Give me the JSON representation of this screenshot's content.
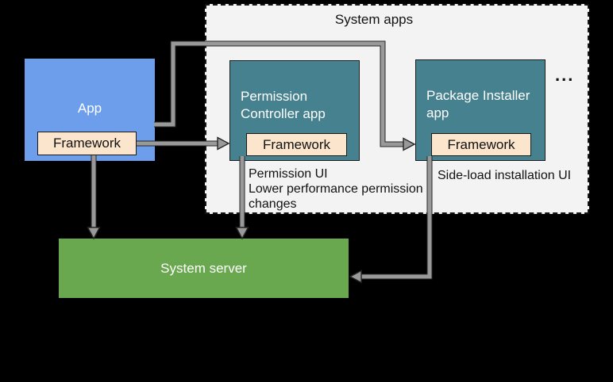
{
  "group": {
    "label": "System apps",
    "ellipsis": "..."
  },
  "app": {
    "label": "App",
    "framework_label": "Framework"
  },
  "permission_controller": {
    "label": "Permission Controller app",
    "framework_label": "Framework",
    "note": "Permission UI\nLower performance permission\nchanges"
  },
  "package_installer": {
    "label": "Package Installer app",
    "framework_label": "Framework",
    "note": "Side-load installation UI"
  },
  "system_server": {
    "label": "System server"
  },
  "colors": {
    "page_background": "#000000",
    "group_background": "#f3f3f3",
    "group_border": "#141414",
    "app_box": "#6d9eeb",
    "system_app_box": "#45818e",
    "framework_box": "#fce5cd",
    "framework_border": "#1a1a1a",
    "system_server_box": "#6aa84f",
    "arrow_fill": "#999999",
    "arrow_outline": "#262626",
    "text_dark": "#111111",
    "text_light": "#ffffff"
  }
}
